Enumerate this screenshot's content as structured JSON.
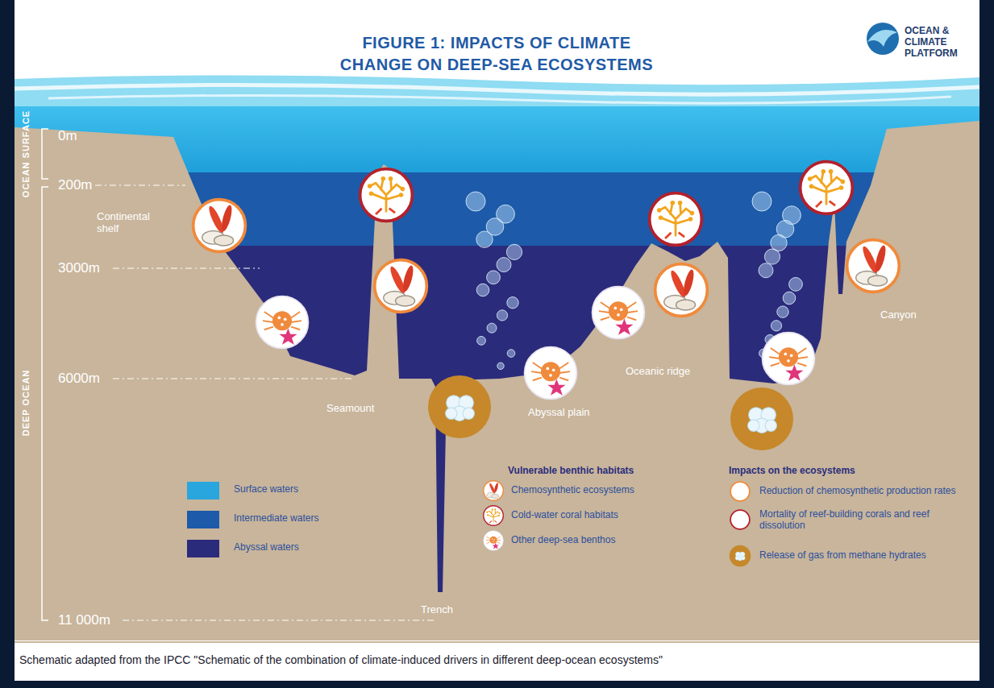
{
  "diagram": {
    "title": "FIGURE 1: IMPACTS OF CLIMATE CHANGE ON DEEP-SEA ECOSYSTEMS",
    "caption": "Schematic adapted from the IPCC \"Schematic of the combination of climate-induced drivers in different deep-ocean ecosystems\"",
    "labels": [
      "OCEAN & CLIMATE PLATFORM",
      "OCEAN SURFACE",
      "DEEP OCEAN",
      "0m",
      "200m",
      "3000m",
      "6000m",
      "11 000m",
      "Continental shelf",
      "Seamount",
      "Trench",
      "Abyssal plain",
      "Oceanic ridge",
      "Canyon",
      "Vulnerable benthic habitats",
      "Impacts on the ecosystems"
    ],
    "legend": [
      {
        "text": "Surface waters",
        "color": "#29a6de"
      },
      {
        "text": "Intermediate waters",
        "color": "#1d5aa9"
      },
      {
        "text": "Abyssal waters",
        "color": "#2b2b7b"
      },
      {
        "text": "Chemosynthetic ecosystems"
      },
      {
        "text": "Cold-water coral habitats"
      },
      {
        "text": "Other deep-sea benthos"
      },
      {
        "text": "Reduction of chemosynthetic production rates"
      },
      {
        "text": "Mortality of reef-building corals and reef dissolution"
      },
      {
        "text": "Release of gas from methane hydrates"
      }
    ]
  }
}
